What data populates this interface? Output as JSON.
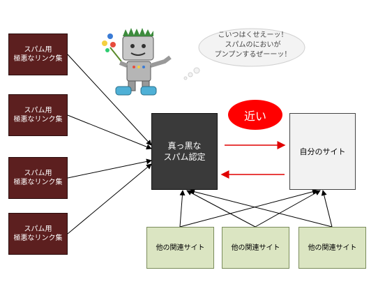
{
  "spam_boxes": [
    {
      "label": "スパム用\n極悪なリンク集"
    },
    {
      "label": "スパム用\n極悪なリンク集"
    },
    {
      "label": "スパム用\n極悪なリンク集"
    },
    {
      "label": "スパム用\n極悪なリンク集"
    }
  ],
  "center_node": {
    "label": "真っ黒な\nスパム認定"
  },
  "own_site": {
    "label": "自分のサイト"
  },
  "near_badge": {
    "label": "近い"
  },
  "speech_bubble": {
    "text": "こいつはくせえーッ！\nスパムのにおいが\nプンプンするぜーーッ！"
  },
  "related_sites": [
    {
      "label": "他の関連サイト"
    },
    {
      "label": "他の関連サイト"
    },
    {
      "label": "他の関連サイト"
    }
  ],
  "colors": {
    "spam": "#5c1f1f",
    "center": "#3a3a3a",
    "own": "#f2f2f2",
    "related": "#dbe5c2",
    "arrow_red": "#e00000"
  }
}
